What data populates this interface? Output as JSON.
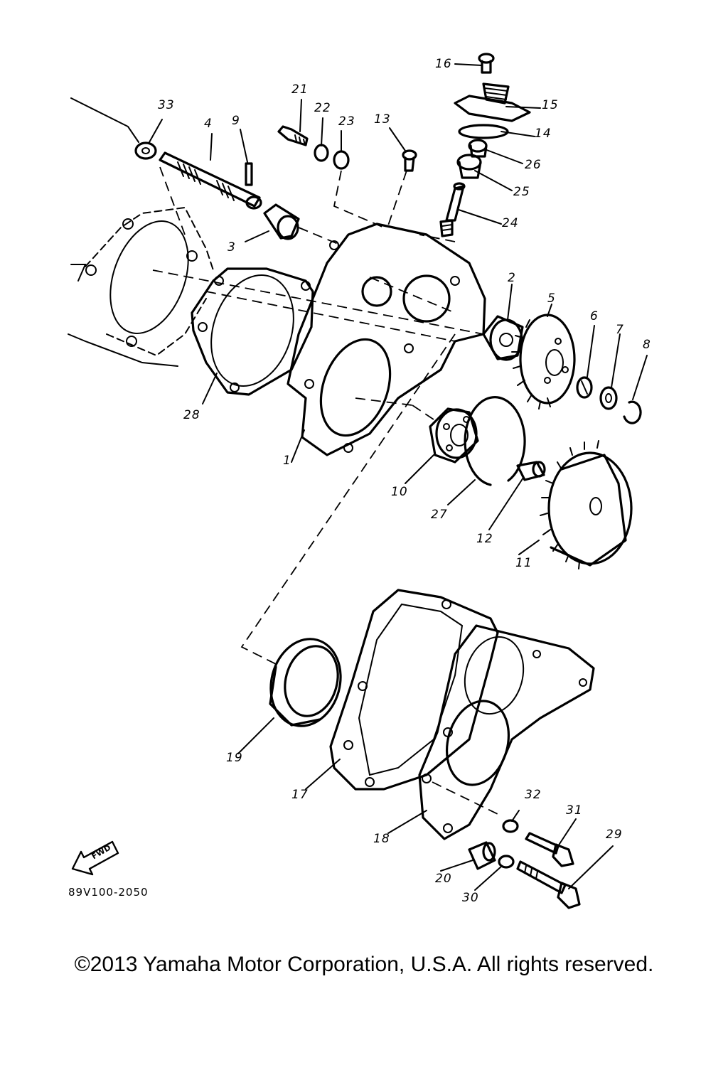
{
  "diagram_code": "89V100-2050",
  "fwd_label": "FWD",
  "copyright": "©2013 Yamaha Motor Corporation, U.S.A. All rights reserved.",
  "callouts": {
    "c1": "1",
    "c2": "2",
    "c3": "3",
    "c4": "4",
    "c5": "5",
    "c6": "6",
    "c7": "7",
    "c8": "8",
    "c9": "9",
    "c10": "10",
    "c11": "11",
    "c12": "12",
    "c13": "13",
    "c14": "14",
    "c15": "15",
    "c16": "16",
    "c17": "17",
    "c18": "18",
    "c19": "19",
    "c20": "20",
    "c21": "21",
    "c22": "22",
    "c23": "23",
    "c24": "24",
    "c25": "25",
    "c26": "26",
    "c27": "27",
    "c28": "28",
    "c29": "29",
    "c30": "30",
    "c31": "31",
    "c32": "32",
    "c33": "33"
  }
}
